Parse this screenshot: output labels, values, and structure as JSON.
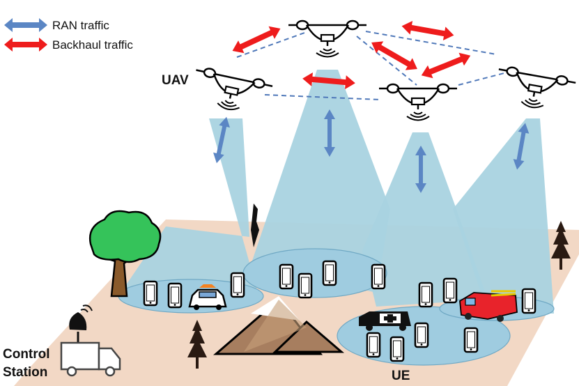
{
  "legend": {
    "ran_label": "RAN traffic",
    "backhaul_label": "Backhaul traffic"
  },
  "labels": {
    "uav": "UAV",
    "ue": "UE",
    "control_station_line1": "Control",
    "control_station_line2": "Station"
  },
  "colors": {
    "ran_arrow": "#5b86c4",
    "backhaul_arrow": "#ee1c1c",
    "beam": "#a9d3e0",
    "footprint": "#9fcce0",
    "ground": "#f2d8c5",
    "mountain": "#a77e5f",
    "dashed_link": "#4f78b9"
  },
  "icons": [
    "drone-icon",
    "tree-icon",
    "pine-icon",
    "police-car-icon",
    "ambulance-icon",
    "fire-truck-icon",
    "satellite-dish-icon",
    "truck-icon",
    "phone-icon"
  ]
}
